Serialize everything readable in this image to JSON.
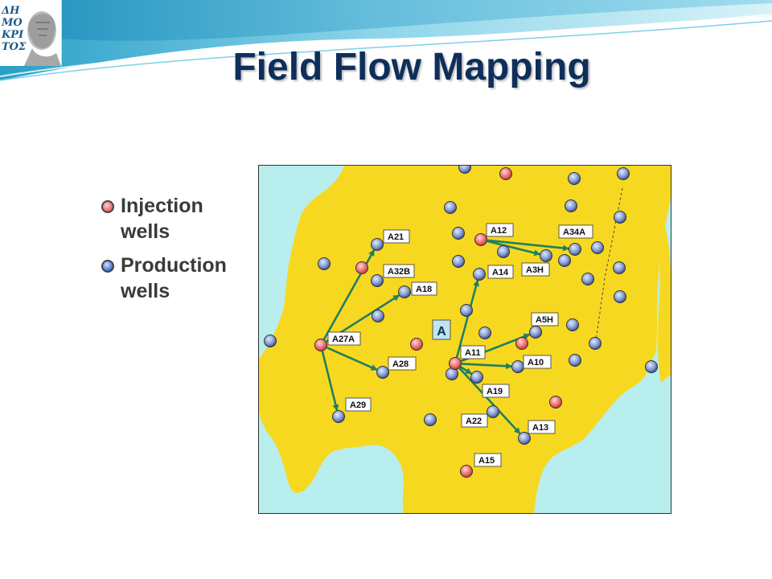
{
  "slide": {
    "title": "Field Flow Mapping",
    "logo_text": "ΔΗΜΟΚΡΙΤΟΣ"
  },
  "legend": {
    "items": [
      {
        "name": "injection",
        "label_line1": "Injection",
        "label_line2": "wells",
        "color": "#ef6b6b"
      },
      {
        "name": "production",
        "label_line1": "Production",
        "label_line2": "wells",
        "color": "#4a78d8"
      }
    ]
  },
  "map": {
    "land_color": "#f7d820",
    "water_color": "#b8eeee",
    "arrow_color": "#1f8060",
    "region_label": "A",
    "wells": [
      {
        "id": "A21",
        "type": "production"
      },
      {
        "id": "A32B",
        "type": "production"
      },
      {
        "id": "A18",
        "type": "production"
      },
      {
        "id": "A27A",
        "type": "injection"
      },
      {
        "id": "A28",
        "type": "production"
      },
      {
        "id": "A29",
        "type": "production"
      },
      {
        "id": "A12",
        "type": "injection"
      },
      {
        "id": "A34A",
        "type": "production"
      },
      {
        "id": "A3H",
        "type": "production"
      },
      {
        "id": "A14",
        "type": "production"
      },
      {
        "id": "A5H",
        "type": "production"
      },
      {
        "id": "A11",
        "type": "injection"
      },
      {
        "id": "A10",
        "type": "production"
      },
      {
        "id": "A19",
        "type": "production"
      },
      {
        "id": "A22",
        "type": "production"
      },
      {
        "id": "A13",
        "type": "production"
      },
      {
        "id": "A15",
        "type": "injection"
      }
    ],
    "flows": [
      {
        "from": "A27A",
        "to": "A21"
      },
      {
        "from": "A27A",
        "to": "A18"
      },
      {
        "from": "A27A",
        "to": "A28"
      },
      {
        "from": "A27A",
        "to": "A29"
      },
      {
        "from": "A12",
        "to": "A34A"
      },
      {
        "from": "A12",
        "to": "A3H"
      },
      {
        "from": "A11",
        "to": "A14"
      },
      {
        "from": "A11",
        "to": "A5H"
      },
      {
        "from": "A11",
        "to": "A10"
      },
      {
        "from": "A11",
        "to": "A19"
      },
      {
        "from": "A11",
        "to": "A13"
      }
    ]
  }
}
